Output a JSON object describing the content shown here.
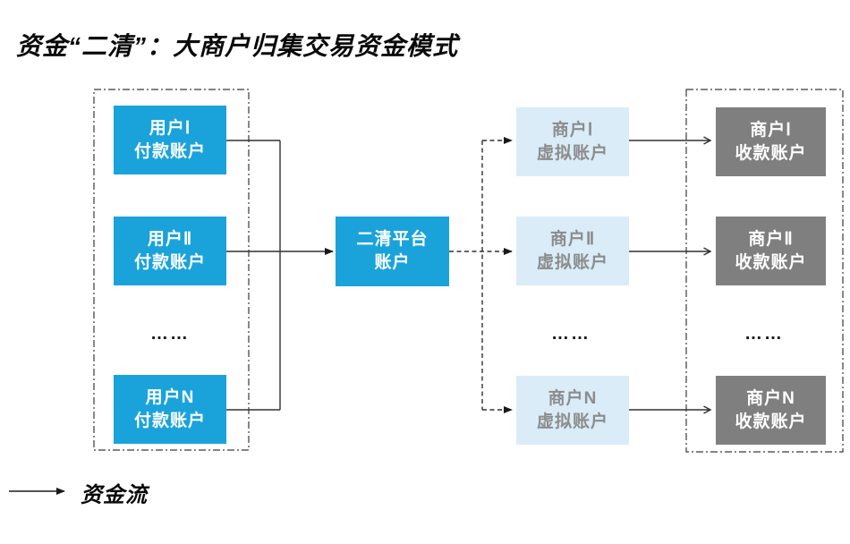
{
  "title": "资金“二清”：大商户归集交易资金模式",
  "diagram": {
    "users": {
      "u1": {
        "line1": "用户Ⅰ",
        "line2": "付款账户"
      },
      "u2": {
        "line1": "用户Ⅱ",
        "line2": "付款账户"
      },
      "uN": {
        "line1": "用户N",
        "line2": "付款账户"
      },
      "ellipsis": "……"
    },
    "platform": {
      "line1": "二清平台",
      "line2": "账户"
    },
    "virtuals": {
      "v1": {
        "line1": "商户Ⅰ",
        "line2": "虚拟账户"
      },
      "v2": {
        "line1": "商户Ⅱ",
        "line2": "虚拟账户"
      },
      "vN": {
        "line1": "商户N",
        "line2": "虚拟账户"
      },
      "ellipsis": "……"
    },
    "receivers": {
      "r1": {
        "line1": "商户Ⅰ",
        "line2": "收款账户"
      },
      "r2": {
        "line1": "商户Ⅱ",
        "line2": "收款账户"
      },
      "rN": {
        "line1": "商户N",
        "line2": "收款账户"
      },
      "ellipsis": "……"
    }
  },
  "legend": {
    "label": "资金流"
  },
  "colors": {
    "user_box": "#1AA3DA",
    "platform_box": "#1AA3DA",
    "virtual_box": "#D9ECF8",
    "virtual_text": "#8C8C8C",
    "receiver_box": "#7F7F7F",
    "line": "#303030"
  }
}
